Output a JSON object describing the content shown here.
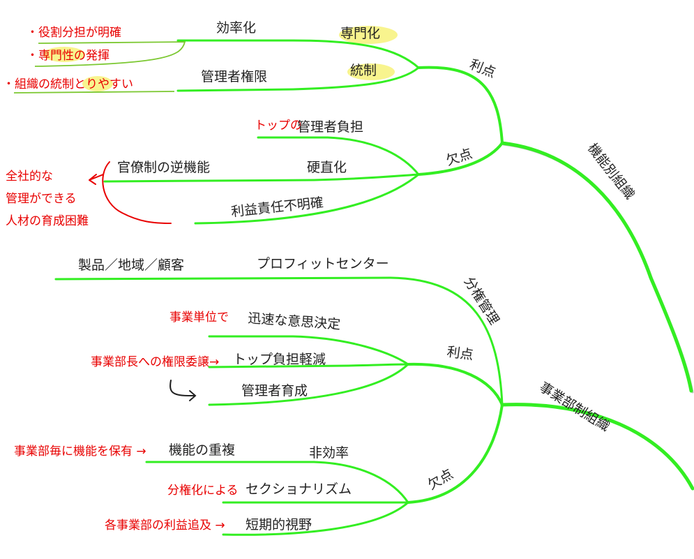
{
  "functional": {
    "title": "機能別組織",
    "merits": {
      "label": "利点",
      "items": [
        {
          "label": "効率化",
          "sub": "専門化"
        },
        {
          "label": "管理者権限",
          "sub": "統制"
        }
      ],
      "notes": [
        "・役割分担が明確",
        "・専門性の発揮",
        "・組織の統制とりやすい"
      ]
    },
    "demerits": {
      "label": "欠点",
      "items": [
        {
          "label": "管理者負担",
          "note": "トップの"
        },
        {
          "label": "官僚制の逆機能",
          "sub": "硬直化"
        },
        {
          "label": "利益責任不明確"
        }
      ],
      "notes": [
        "全社的な",
        "管理ができる",
        "人材の育成困難"
      ]
    }
  },
  "divisional": {
    "title": "事業部制組織",
    "decentral": {
      "label": "分権管理",
      "item": "プロフィットセンター",
      "sub": "製品／地域／顧客"
    },
    "merits": {
      "label": "利点",
      "items": [
        {
          "label": "迅速な意思決定",
          "note": "事業単位で"
        },
        {
          "label": "トップ負担軽減",
          "note": "事業部長への権限委譲→"
        },
        {
          "label": "管理者育成"
        }
      ]
    },
    "demerits": {
      "label": "欠点",
      "items": [
        {
          "label": "機能の重複",
          "sub": "非効率",
          "note": "事業部毎に機能を保有 →"
        },
        {
          "label": "セクショナリズム",
          "note": "分権化による"
        },
        {
          "label": "短期的視野",
          "note": "各事業部の利益追及 →"
        }
      ]
    }
  },
  "colors": {
    "branch": "#33ee22",
    "note": "#e80000",
    "highlight": "#f7f27a"
  }
}
